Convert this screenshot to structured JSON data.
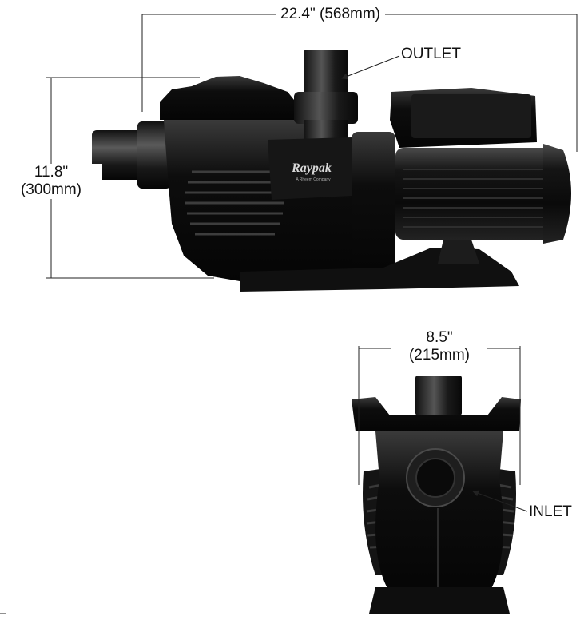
{
  "dimensions": {
    "length": "22.4\" (568mm)",
    "height_in": "11.8\"",
    "height_mm": "(300mm)",
    "width_in": "8.5\"",
    "width_mm": "(215mm)"
  },
  "callouts": {
    "outlet": "OUTLET",
    "inlet": "INLET"
  },
  "brand": {
    "logo": "Raypak",
    "tagline": "A Rheem Company"
  },
  "colors": {
    "pump_body": "#0c0c0c",
    "highlight": "#5a5a5a",
    "dimension_line": "#222222"
  }
}
